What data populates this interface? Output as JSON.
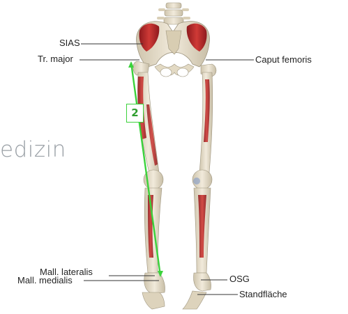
{
  "labels": {
    "sias": "SIAS",
    "tr_major": "Tr. major",
    "caput_femoris": "Caput femoris",
    "mall_lateralis": "Mall. lateralis",
    "mall_medialis": "Mall. medialis",
    "osg": "OSG",
    "standflaeche": "Standfläche"
  },
  "background_word": "edizin",
  "measurement": {
    "number": "2",
    "color": "#3bd23b"
  },
  "colors": {
    "bone": "#e9e0c9",
    "muscle": "#c0262b",
    "leader_line": "#333333"
  }
}
